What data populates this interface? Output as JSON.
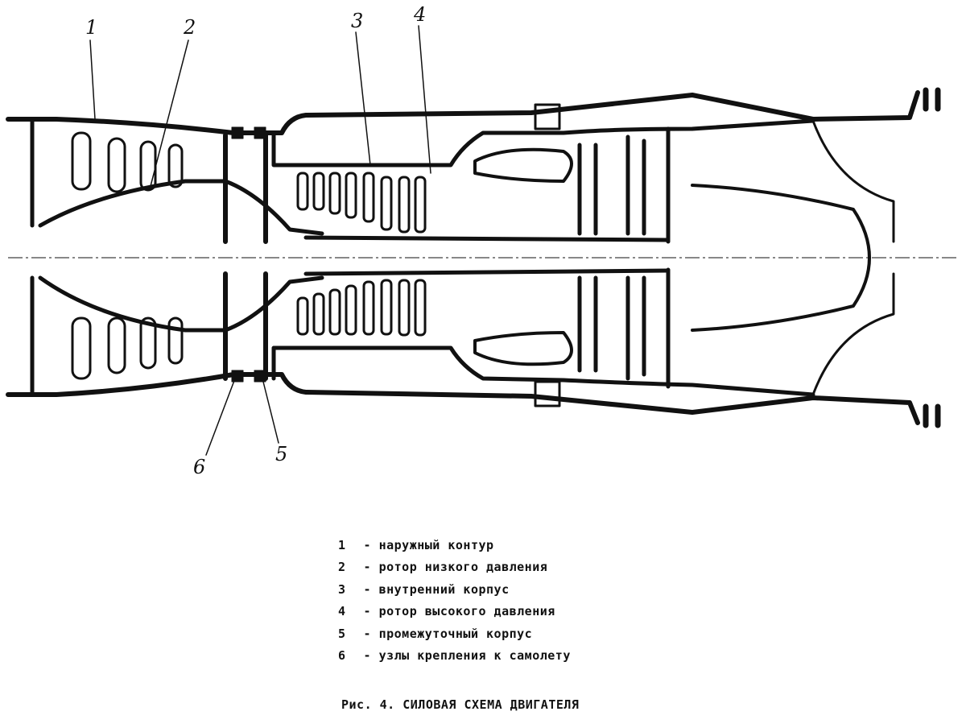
{
  "callouts": [
    {
      "num": "1",
      "label": "наружный контур"
    },
    {
      "num": "2",
      "label": "ротор низкого давления"
    },
    {
      "num": "3",
      "label": "внутренний корпус"
    },
    {
      "num": "4",
      "label": "ротор высокого давления"
    },
    {
      "num": "5",
      "label": "промежуточный корпус"
    },
    {
      "num": "6",
      "label": "узлы крепления к самолету"
    }
  ],
  "caption": "Рис. 4. СИЛОВАЯ СХЕМА ДВИГАТЕЛЯ",
  "colors": {
    "ink": "#111111",
    "paper": "#ffffff"
  }
}
